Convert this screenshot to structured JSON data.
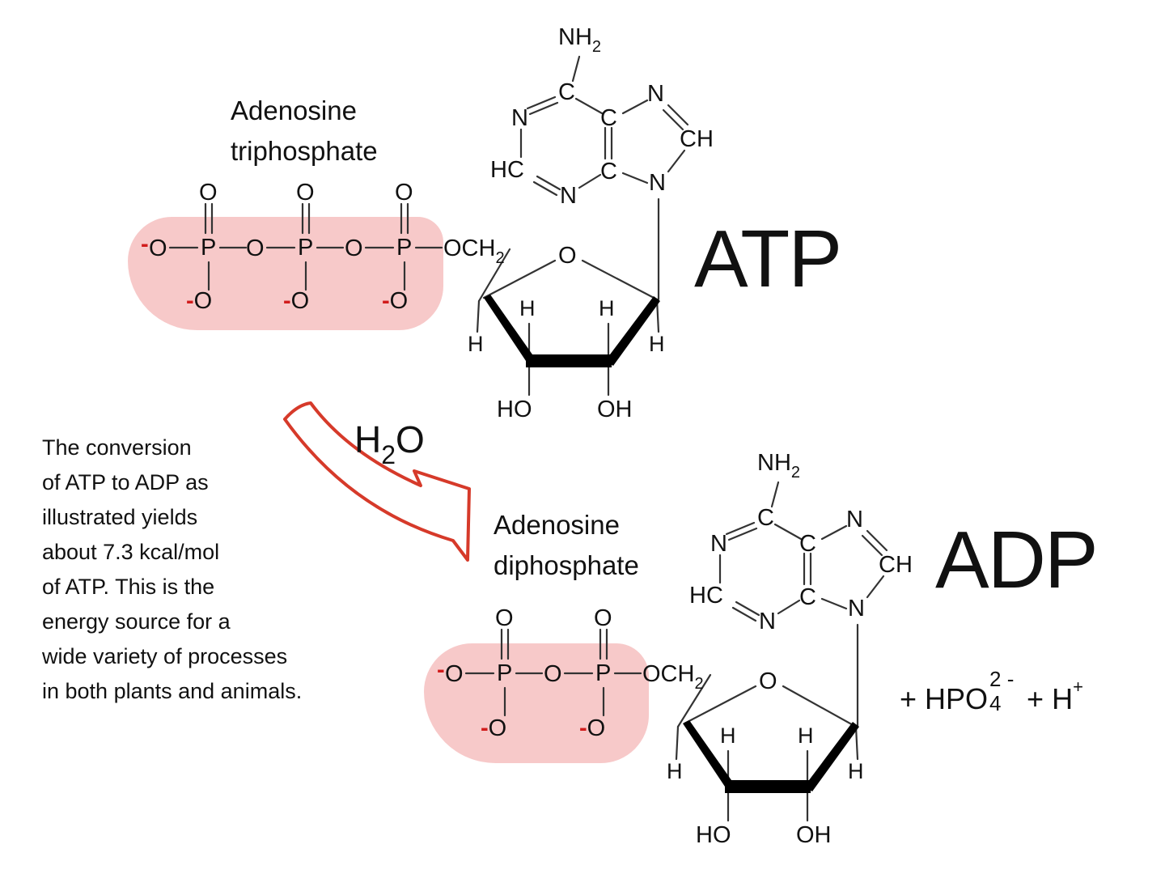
{
  "atp": {
    "label": "ATP",
    "name_line1": "Adenosine",
    "name_line2": "triphosphate"
  },
  "adp": {
    "label": "ADP",
    "name_line1": "Adenosine",
    "name_line2": "diphosphate"
  },
  "reaction": {
    "water_H": "H",
    "water_2": "2",
    "water_O": "O",
    "products_plus1": "+ HPO",
    "products_sub": "4",
    "products_sup": "2 -",
    "products_plus2": "+ H",
    "products_h_sup": "+"
  },
  "description": [
    "The conversion",
    "of ATP to ADP as",
    "illustrated yields",
    "about 7.3 kcal/mol",
    "of ATP. This is the",
    "energy source for a",
    "wide variety of processes",
    "in both plants and animals."
  ],
  "atoms": {
    "O": "O",
    "P": "P",
    "N": "N",
    "C": "C",
    "H": "H",
    "CH": "CH",
    "HC": "HC",
    "HO": "HO",
    "OH": "OH",
    "NH": "NH",
    "NH_sub": "2",
    "OCH": "OCH",
    "OCH_sub": "2",
    "minus": "-"
  },
  "colors": {
    "highlight": "#f7c9c9",
    "arrow": "#d63a2a",
    "charge": "#d11c1c",
    "bond": "#333333"
  }
}
